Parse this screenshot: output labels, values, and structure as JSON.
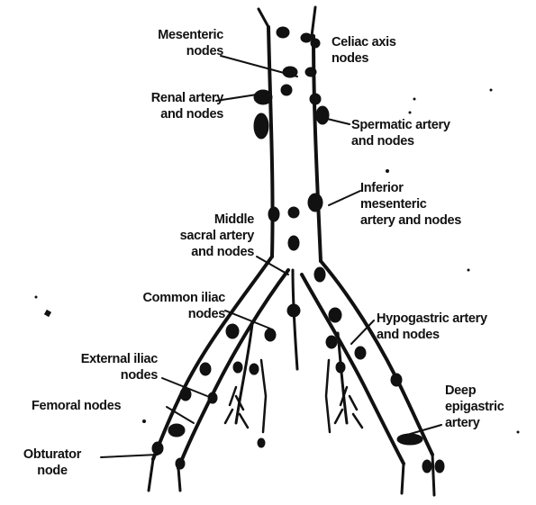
{
  "colors": {
    "ink": "#111111",
    "paper": "#ffffff"
  },
  "labels": {
    "mesenteric": [
      "Mesenteric",
      "nodes"
    ],
    "celiac": [
      "Celiac axis",
      "nodes"
    ],
    "renal": [
      "Renal artery",
      "and nodes"
    ],
    "spermatic": [
      "Spermatic artery",
      "and nodes"
    ],
    "inferior": [
      "Inferior",
      "mesenteric",
      "artery and nodes"
    ],
    "middle_sacral": [
      "Middle",
      "sacral artery",
      "and nodes"
    ],
    "common_iliac": [
      "Common iliac",
      "nodes"
    ],
    "hypogastric": [
      "Hypogastric artery",
      "and nodes"
    ],
    "external_iliac": [
      "External iliac",
      "nodes"
    ],
    "femoral": [
      "Femoral nodes"
    ],
    "deep_epigastric": [
      "Deep",
      "epigastric",
      "artery"
    ],
    "obturator": [
      "Obturator",
      "node"
    ]
  }
}
